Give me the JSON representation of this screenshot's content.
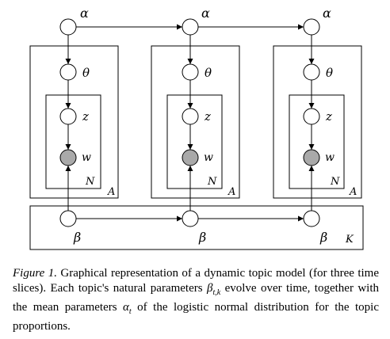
{
  "diagram": {
    "labels": {
      "alpha": "α",
      "theta": "θ",
      "z": "z",
      "w": "w",
      "beta": "β",
      "N": "N",
      "A": "A",
      "K": "K"
    },
    "slices": [
      {
        "id": "t1"
      },
      {
        "id": "t2"
      },
      {
        "id": "t3"
      }
    ]
  },
  "caption": {
    "figure_label": "Figure 1.",
    "text_1": " Graphical representation of a dynamic topic model (for three time slices). Each topic's natural parameters ",
    "beta_symbol": "β",
    "beta_sub": "t,k",
    "text_2": " evolve over time, together with the mean parameters ",
    "alpha_symbol": "α",
    "alpha_sub": "t",
    "text_3": " of the logistic normal distribution for the topic proportions."
  }
}
